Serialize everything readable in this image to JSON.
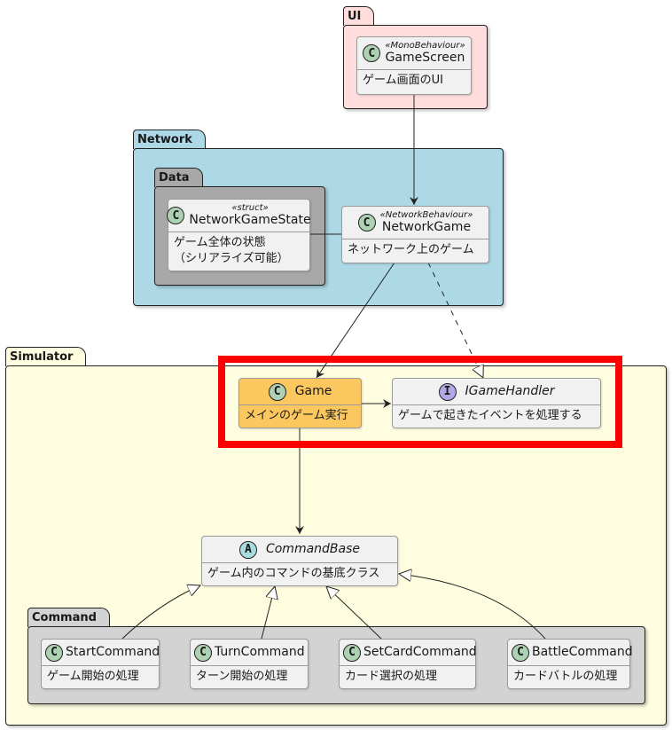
{
  "packages": {
    "ui": {
      "label": "UI",
      "color": "#ffdddd"
    },
    "network": {
      "label": "Network",
      "color": "#add8e6"
    },
    "data": {
      "label": "Data",
      "color": "#a8a8a8"
    },
    "simulator": {
      "label": "Simulator",
      "color": "#fffde0"
    },
    "command": {
      "label": "Command",
      "color": "#d3d3d3"
    }
  },
  "classes": {
    "game_screen": {
      "kind": "C",
      "stereotype": "«MonoBehaviour»",
      "name": "GameScreen",
      "description": "ゲーム画面のUI"
    },
    "network_game_state": {
      "kind": "C",
      "stereotype": "«struct»",
      "name": "NetworkGameState",
      "description": "ゲーム全体の状態\n（シリアライズ可能）"
    },
    "network_game": {
      "kind": "C",
      "stereotype": "«NetworkBehaviour»",
      "name": "NetworkGame",
      "description": "ネットワーク上のゲーム"
    },
    "game": {
      "kind": "C",
      "name": "Game",
      "description": "メインのゲーム実行",
      "color": "#fbc860"
    },
    "igame_handler": {
      "kind": "I",
      "name": "IGameHandler",
      "description": "ゲームで起きたイベントを処理する"
    },
    "command_base": {
      "kind": "A",
      "name": "CommandBase",
      "description": "ゲーム内のコマンドの基底クラス"
    },
    "start_command": {
      "kind": "C",
      "name": "StartCommand",
      "description": "ゲーム開始の処理"
    },
    "turn_command": {
      "kind": "C",
      "name": "TurnCommand",
      "description": "ターン開始の処理"
    },
    "set_card_command": {
      "kind": "C",
      "name": "SetCardCommand",
      "description": "カード選択の処理"
    },
    "battle_command": {
      "kind": "C",
      "name": "BattleCommand",
      "description": "カードバトルの処理"
    }
  },
  "relations": [
    {
      "from": "GameScreen",
      "to": "NetworkGame",
      "type": "association"
    },
    {
      "from": "NetworkGameState",
      "to": "NetworkGame",
      "type": "link"
    },
    {
      "from": "NetworkGame",
      "to": "Game",
      "type": "association"
    },
    {
      "from": "NetworkGame",
      "to": "IGameHandler",
      "type": "realization"
    },
    {
      "from": "Game",
      "to": "IGameHandler",
      "type": "association"
    },
    {
      "from": "Game",
      "to": "CommandBase",
      "type": "association"
    },
    {
      "from": "StartCommand",
      "to": "CommandBase",
      "type": "inheritance"
    },
    {
      "from": "TurnCommand",
      "to": "CommandBase",
      "type": "inheritance"
    },
    {
      "from": "SetCardCommand",
      "to": "CommandBase",
      "type": "inheritance"
    },
    {
      "from": "BattleCommand",
      "to": "CommandBase",
      "type": "inheritance"
    }
  ],
  "highlight": {
    "color": "#ff0000",
    "target": "Game / IGameHandler"
  }
}
